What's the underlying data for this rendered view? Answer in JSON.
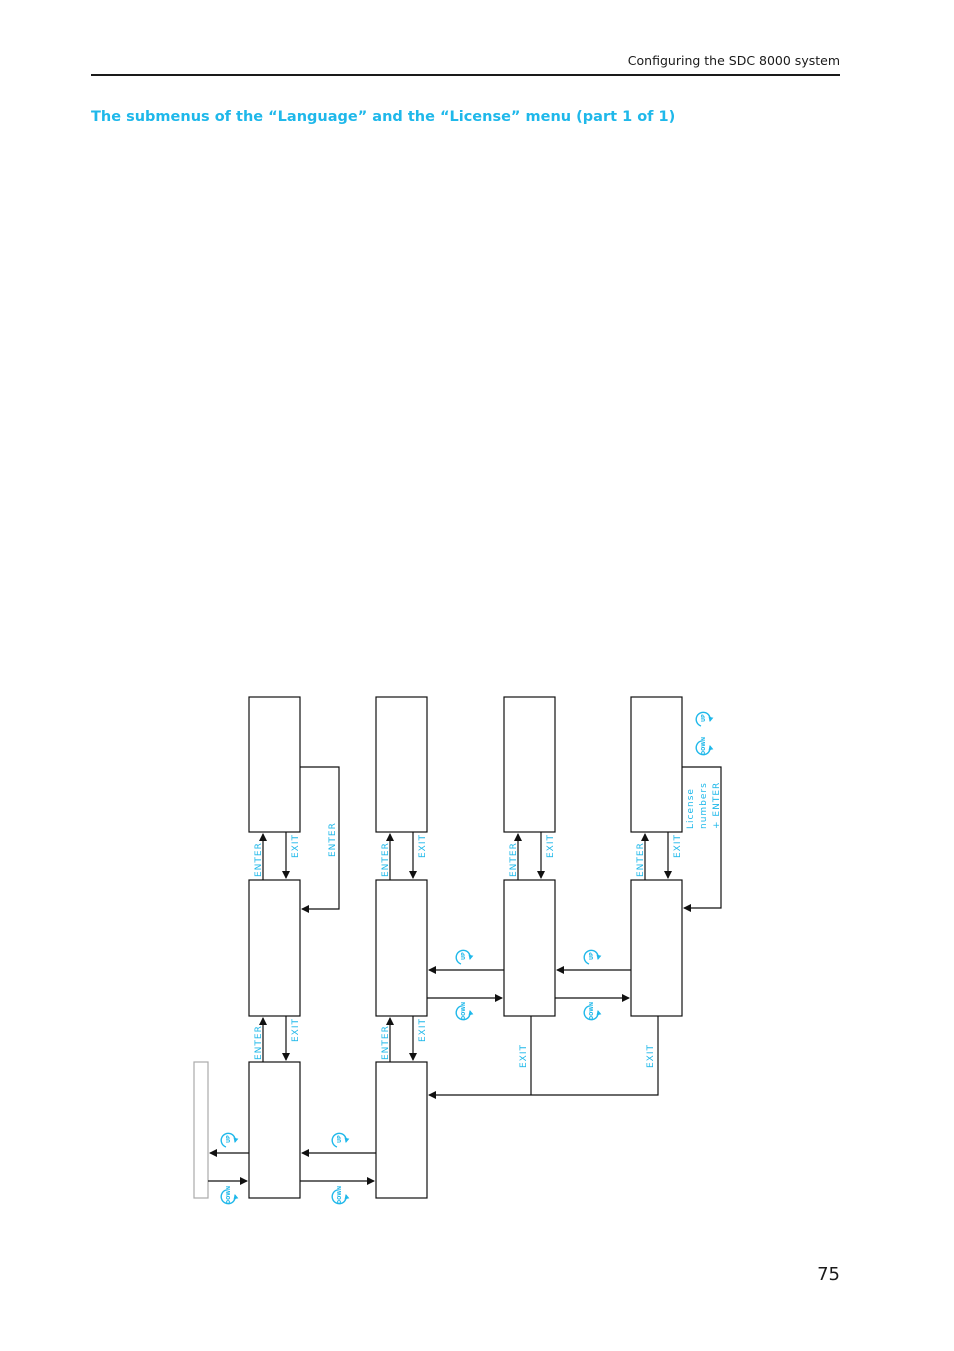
{
  "header": {
    "running_head": "Configuring the SDC 8000 system"
  },
  "section": {
    "title": "The submenus of the “Language” and the “License” menu (part 1 of 1)"
  },
  "diagram": {
    "enter_label": "ENTER",
    "exit_label": "EXIT",
    "up_label": "UP",
    "down_label": "DOWN",
    "license_line1": "License",
    "license_line2": "numbers",
    "license_line3": "+ ENTER",
    "accent_color": "#1fb8ea"
  },
  "footer": {
    "page_number": "75"
  }
}
